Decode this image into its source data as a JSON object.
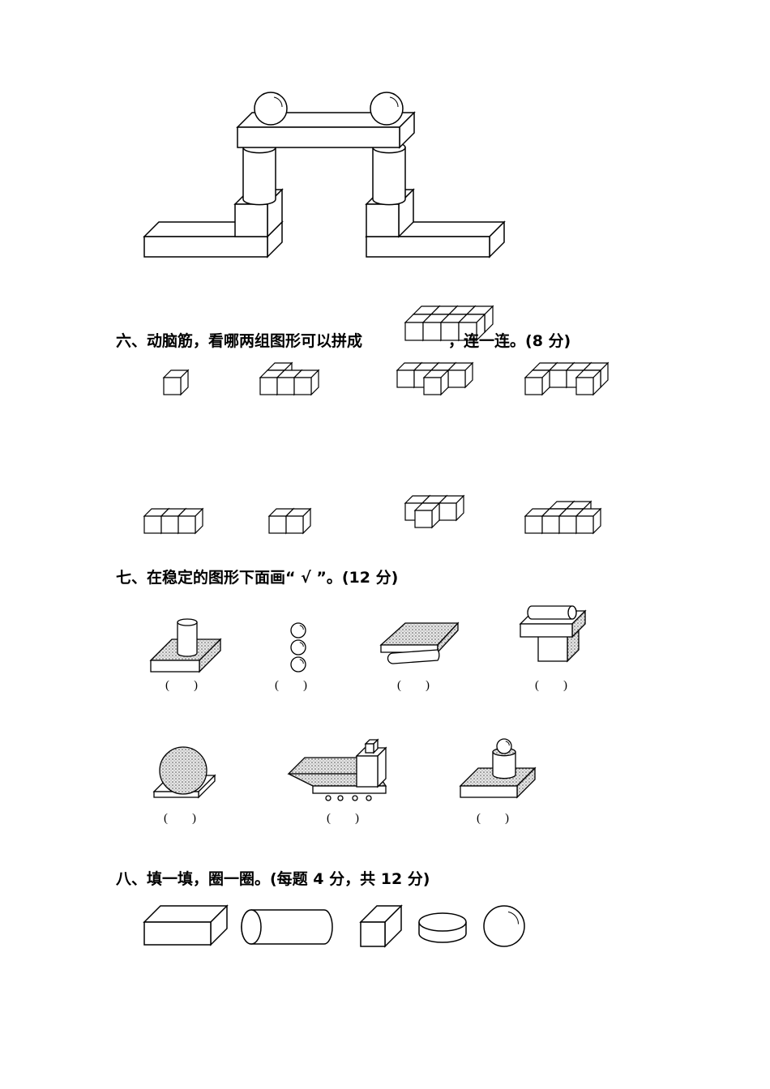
{
  "section6": {
    "before": "六、动脑筋，看哪两组图形可以拼成",
    "after": "，连一连。(8 分)"
  },
  "section7": {
    "title": "七、在稳定的图形下面画“ √ ”。(12 分)",
    "answer_blank": "(        )"
  },
  "section8": {
    "title": "八、填一填，圈一圈。(每题 4 分，共 12 分)"
  }
}
